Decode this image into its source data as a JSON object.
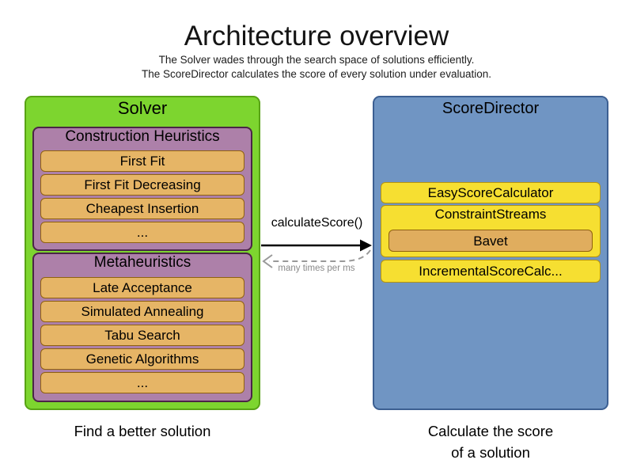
{
  "header": {
    "title": "Architecture overview",
    "subtitle1": "The Solver wades through the search space of solutions efficiently.",
    "subtitle2": "The ScoreDirector calculates the score of every solution under evaluation."
  },
  "solver": {
    "title": "Solver",
    "caption": "Find a better solution",
    "groups": [
      {
        "title": "Construction Heuristics",
        "items": [
          "First Fit",
          "First Fit Decreasing",
          "Cheapest Insertion",
          "..."
        ]
      },
      {
        "title": "Metaheuristics",
        "items": [
          "Late Acceptance",
          "Simulated Annealing",
          "Tabu Search",
          "Genetic Algorithms",
          "..."
        ]
      }
    ]
  },
  "score_director": {
    "title": "ScoreDirector",
    "caption_line1": "Calculate the score",
    "caption_line2": "of a solution",
    "items": [
      "EasyScoreCalculator",
      "ConstraintStreams",
      "IncrementalScoreCalc..."
    ],
    "constraint_streams_child": "Bavet"
  },
  "arrows": {
    "call_label": "calculateScore()",
    "frequency_label": "many times per ms"
  },
  "colors": {
    "solver_fill": "#7dd52f",
    "solver_border": "#58a315",
    "phase_fill": "#ad80a9",
    "phase_border": "#4b2547",
    "algorithm_fill": "#e6b566",
    "algorithm_border": "#8f6110",
    "director_fill": "#7095c3",
    "director_border": "#3c5f92",
    "calculator_fill": "#f6df31",
    "calculator_border": "#b49310",
    "bavet_fill": "#e0ad5e",
    "arrow_solid": "#000000",
    "arrow_dashed": "#999999"
  }
}
